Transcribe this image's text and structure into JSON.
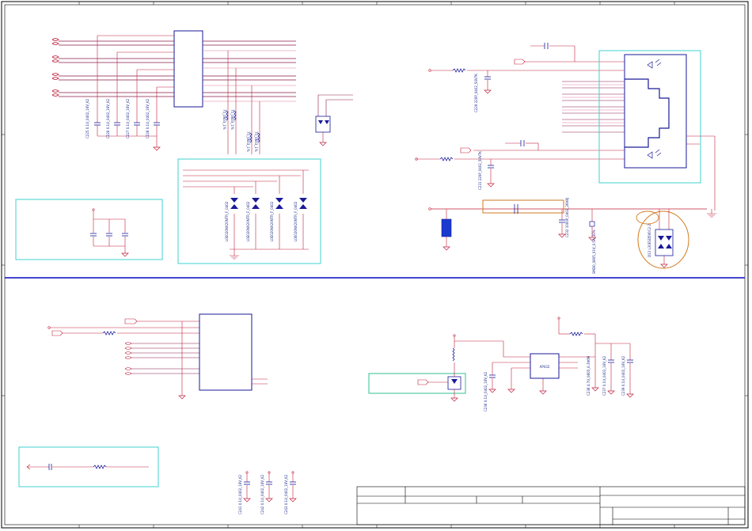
{
  "sheet": {
    "accent_colors": {
      "wire": "#c0203c",
      "part": "#1a1a9a",
      "border": "#000000",
      "divider": "#2a2aca",
      "highlight_cyan": "#40d0d0",
      "highlight_green": "#30c090",
      "highlight_orange": "#d07a20",
      "net_pink": "#e07aa0"
    },
    "title_block": {
      "title": "",
      "sheet": "",
      "rev": ""
    }
  },
  "labels": {
    "c_vertical_a": "C225 0.1U_0402_16V_K2",
    "c_vertical_b": "C226 0.1U_0402_16V_K2",
    "c_vertical_c": "C227 0.1U_0402_16V_K2",
    "c_vertical_d": "C228 0.1U_0402_16V_K2",
    "r_75_a": "75_0603_1%",
    "r_75_b": "75_0603_1%",
    "r_75_c": "75_0603_1%",
    "r_75_d": "75_0603_1%",
    "esd_a": "L0E020NX20NTR_F_0402",
    "esd_b": "L0E020NX20NTR_F_0402",
    "esd_c": "L0E020NX20NTR_F_0402",
    "esd_d": "L0E020NX20NTR_F_0402",
    "cap_220p_a": "C229 220P_0402_50V7K",
    "cap_220p_b": "C231 220P_0402_50V7K",
    "cap_1000p": "C232 1000P_0402_2KV8J",
    "varistor": "SMD0_0805_01V_0.5A_30%",
    "tvs": "D13 L30ESD5V0C2-2",
    "c_mid_a": "C236 0.1U_0402_16V_K2",
    "c_mid_b": "C238 4.7U_0805_6.3V6M",
    "c_mid_c": "C237 0.1U_0402_16V_K2",
    "c_mid_d": "C239 0.1U_0402_16V_K2",
    "c_bot_a": "C241 0.1U_0402_16V_K2",
    "c_bot_b": "C242 0.1U_0402_16V_K2",
    "c_bot_c": "C243 0.1U_0402_16V_K2",
    "reg_ic": "AP432"
  }
}
